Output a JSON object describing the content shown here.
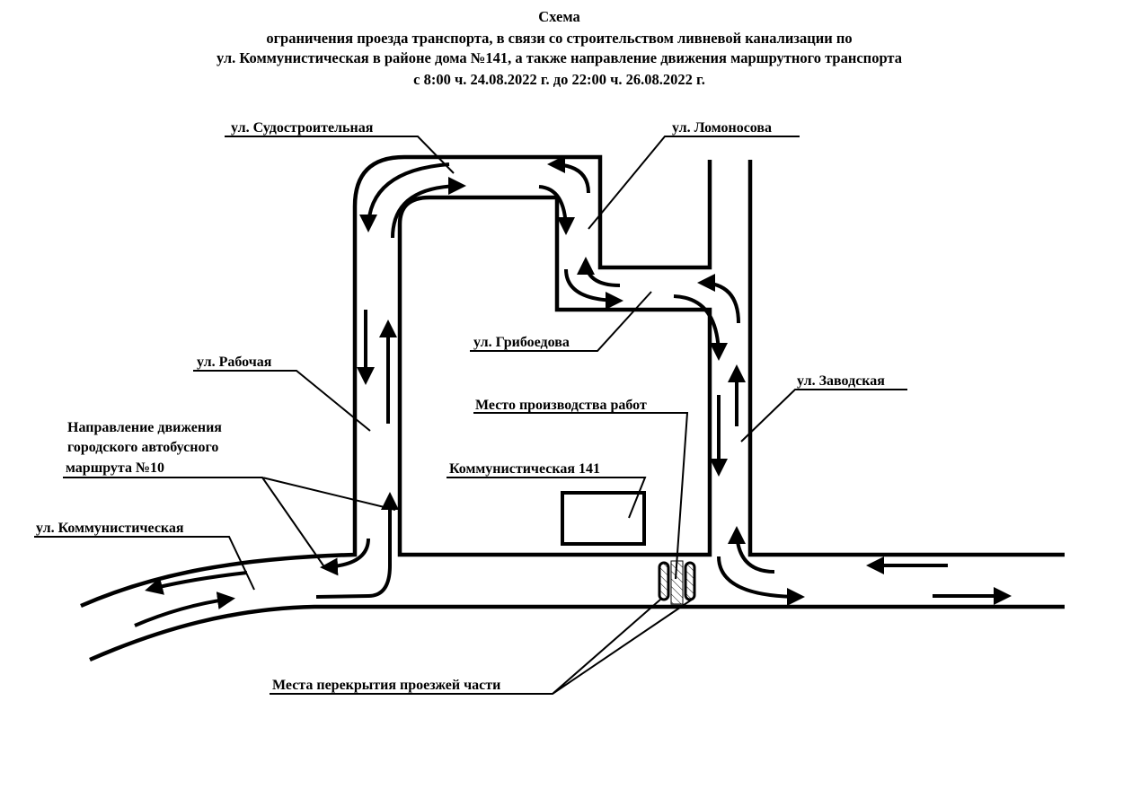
{
  "title": {
    "line1": "Схема",
    "line2": "ограничения проезда транспорта, в связи со строительством ливневой канализации по",
    "line3": "ул. Коммунистическая в районе дома №141, а также направление движения маршрутного транспорта",
    "line4": "с 8:00 ч. 24.08.2022 г. до 22:00 ч. 26.08.2022 г."
  },
  "labels": {
    "sudostroitelnaya": "ул. Судостроительная",
    "lomonosova": "ул. Ломоносова",
    "griboedova": "ул. Грибоедова",
    "rabochaya": "ул. Рабочая",
    "zavodskaya": "ул. Заводская",
    "worksite": "Место производства работ",
    "building": "Коммунистическая 141",
    "bus_route_line1": "Направление движения",
    "bus_route_line2": "городского автобусного",
    "bus_route_line3": "маршрута №10",
    "kommunisticheskaya": "ул. Коммунистическая",
    "closures": "Места перекрытия проезжей части"
  }
}
